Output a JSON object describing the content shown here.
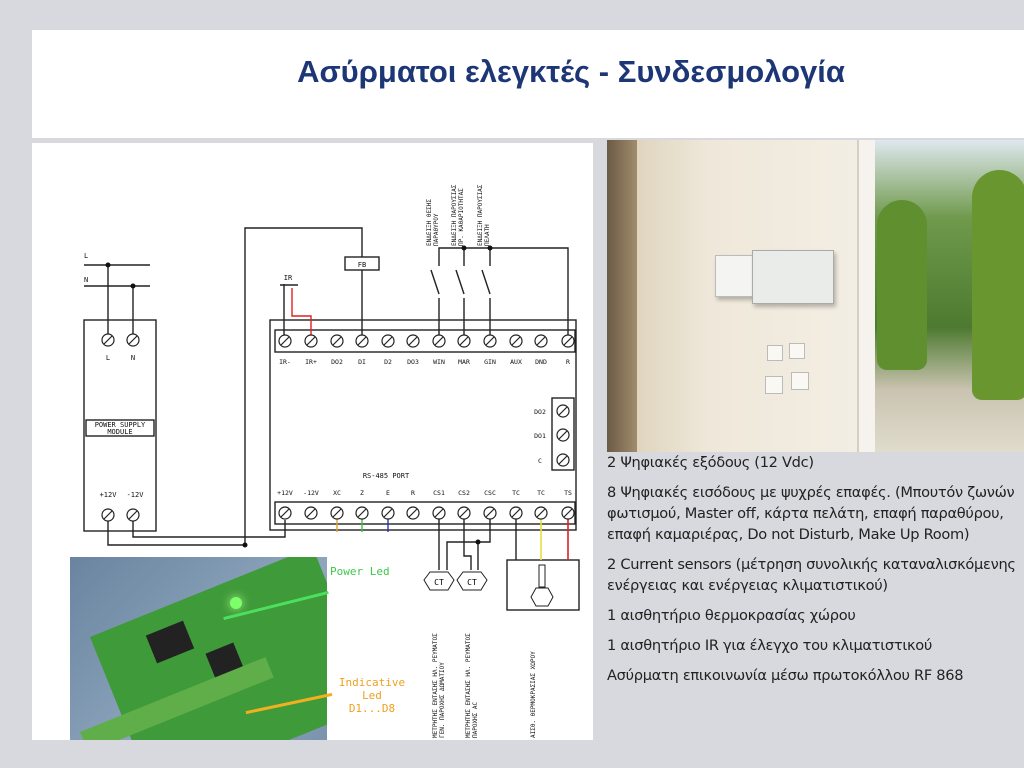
{
  "title": "Ασύρματοι ελεγκτές - Συνδεσμολογία",
  "diagram": {
    "mains_labels": [
      "L",
      "N"
    ],
    "psu_terminals": [
      "L",
      "N"
    ],
    "psu_label_line1": "POWER SUPPLY",
    "psu_label_line2": "MODULE",
    "psu_outputs": [
      "+12V",
      "-12V"
    ],
    "ir_sensor_label": "IR",
    "relay_label": "FB",
    "top_terminals": [
      "IR-",
      "IR+",
      "DO2",
      "DI",
      "D2",
      "DO3",
      "WIN",
      "MAR",
      "GIN",
      "AUX",
      "DND",
      "R"
    ],
    "bottom_terminals": [
      "+12V",
      "-12V",
      "XC",
      "Z",
      "E",
      "R",
      "CS1",
      "CS2",
      "CSC",
      "TC",
      "TC",
      "TS"
    ],
    "relay_terminals": [
      "DO2",
      "DO1",
      "C"
    ],
    "rs485_label": "RS-485 PORT",
    "top_annotations": [
      [
        "ΕΝΔΕΙΞΗ ΘΕΣΗΣ",
        "ΠΑΡΑΘΥΡΟΥ"
      ],
      [
        "ΕΝΔΕΙΞΗ ΠΑΡΟΥΣΙΑΣ",
        "ΠΡ. ΚΑΘΑΡΙΟΤΗΤΑΣ"
      ],
      [
        "ΕΝΔΕΙΞΗ ΠΑΡΟΥΣΙΑΣ",
        "ΠΕΛΑΤΗ"
      ]
    ],
    "ct_label": "CT",
    "bottom_annotations": [
      [
        "ΜΕΤΡΗΤΗΣ ΕΝΤΑΣΗΣ ΗΛ. ΡΕΥΜΑΤΟΣ",
        "ΓΕΝ. ΠΑΡΟΧΗΣ ΔΩΜΑΤΙΟΥ"
      ],
      [
        "ΜΕΤΡΗΤΗΣ ΕΝΤΑΣΗΣ ΗΛ. ΡΕΥΜΑΤΟΣ",
        "ΠΑΡΟΧΗΣ AC"
      ],
      [
        "ΑΙΣΘ. ΘΕΡΜΟΚΡΑΣΙΑΣ ΧΩΡΟΥ",
        ""
      ]
    ],
    "power_led": "Power Led",
    "indicative_led": [
      "Indicative",
      "Led",
      "D1...D8"
    ]
  },
  "bullets": [
    "2 Ψηφιακές εξόδους (12 Vdc)",
    "8 Ψηφιακές εισόδους με ψυχρές επαφές. (Μπουτόν ζωνών φωτισμού, Master off,  κάρτα πελάτη, επαφή παραθύρου, επαφή καμαριέρας, Do not Disturb, Make Up Room)",
    "2 Current sensors (μέτρηση συνολικής καταναλισκόμενης ενέργειας και ενέργειας κλιματιστικού)",
    "1 αισθητήριο θερμοκρασίας χώρου",
    "1 αισθητήριο IR για έλεγχο του κλιματιστικού",
    "Ασύρματη επικοινωνία μέσω πρωτοκόλλου RF 868"
  ],
  "colors": {
    "title": "#1d3676",
    "power_led": "#3cc84a",
    "indicative_led": "#f0a020"
  }
}
